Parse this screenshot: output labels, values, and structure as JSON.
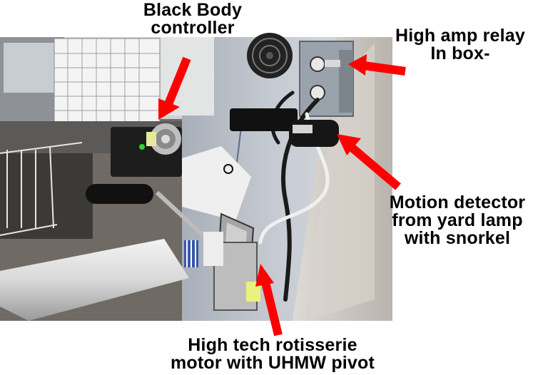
{
  "labels": {
    "black_body": [
      "Black Body",
      "controller"
    ],
    "relay": [
      "High amp relay",
      "In box-"
    ],
    "motion": [
      "Motion detector",
      "from yard lamp",
      "with snorkel"
    ],
    "rotisserie": [
      "High tech rotisserie",
      "motor with UHMW pivot"
    ]
  },
  "colors": {
    "arrow": "#ff0000",
    "background": "#ffffff",
    "text": "#000000"
  }
}
